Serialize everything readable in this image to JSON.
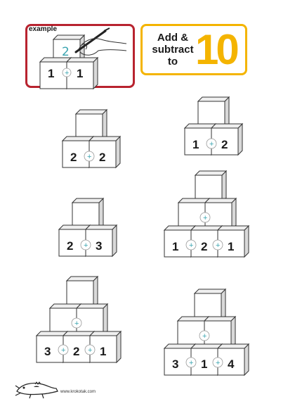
{
  "example": {
    "label": "example",
    "top_value": "2",
    "bottom_left": "1",
    "bottom_right": "1",
    "operator": "+"
  },
  "title": {
    "line1": "Add &",
    "line2": "subtract",
    "line3": "to",
    "number": "10"
  },
  "puzzles": [
    {
      "bottom": [
        "2",
        "2"
      ]
    },
    {
      "bottom": [
        "1",
        "2"
      ]
    },
    {
      "bottom": [
        "2",
        "3"
      ]
    },
    {
      "bottom": [
        "1",
        "2",
        "1"
      ]
    },
    {
      "bottom": [
        "3",
        "2",
        "1"
      ]
    },
    {
      "bottom": [
        "3",
        "1",
        "4"
      ]
    }
  ],
  "operator_symbol": "+",
  "footer": {
    "url": "www.krokotak.com"
  },
  "colors": {
    "example_border": "#b8232f",
    "title_border": "#f4b400",
    "operator": "#3aa4b0"
  }
}
